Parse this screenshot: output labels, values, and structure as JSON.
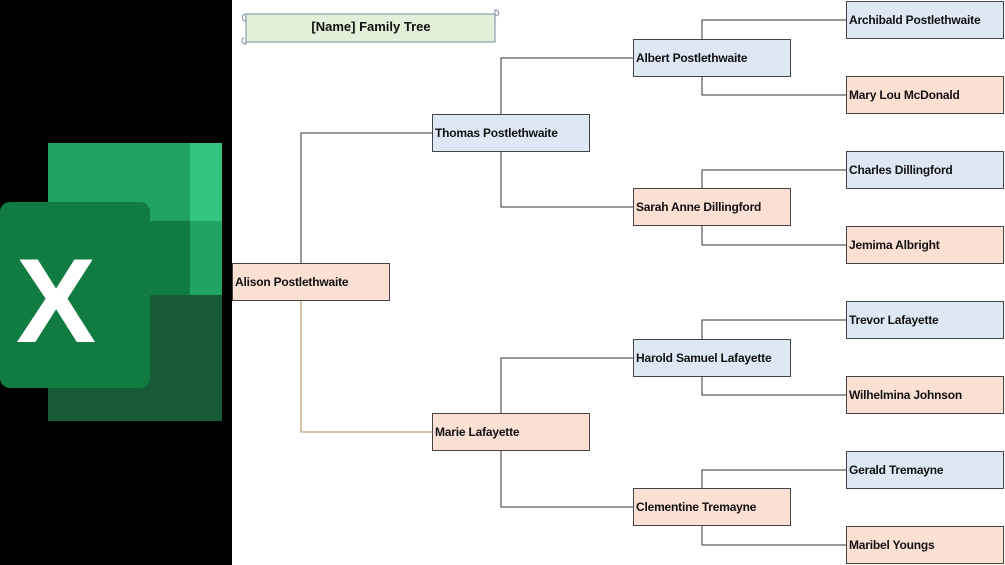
{
  "title": "[Name] Family Tree",
  "colors": {
    "male_fill": "#dde8f4",
    "female_fill": "#fbe0d3",
    "connector": "#333333",
    "maternal_connector": "#b38a4d",
    "scroll_fill": "#e2efd9",
    "excel_green_dark": "#185c37",
    "excel_green": "#107c41",
    "excel_green_light": "#33c481"
  },
  "logo": {
    "icon": "excel-icon",
    "letter": "X"
  },
  "people": [
    {
      "id": "p0",
      "name": "Alison Postlethwaite",
      "gender": "female"
    },
    {
      "id": "p1",
      "name": "Thomas Postlethwaite",
      "gender": "male"
    },
    {
      "id": "p2",
      "name": "Marie Lafayette",
      "gender": "female"
    },
    {
      "id": "p3",
      "name": "Albert Postlethwaite",
      "gender": "male"
    },
    {
      "id": "p4",
      "name": "Sarah Anne Dillingford",
      "gender": "female"
    },
    {
      "id": "p5",
      "name": "Harold Samuel Lafayette",
      "gender": "male"
    },
    {
      "id": "p6",
      "name": "Clementine Tremayne",
      "gender": "female"
    },
    {
      "id": "p7",
      "name": "Archibald Postlethwaite",
      "gender": "male"
    },
    {
      "id": "p8",
      "name": "Mary Lou McDonald",
      "gender": "female"
    },
    {
      "id": "p9",
      "name": "Charles Dillingford",
      "gender": "male"
    },
    {
      "id": "p10",
      "name": "Jemima Albright",
      "gender": "female"
    },
    {
      "id": "p11",
      "name": "Trevor Lafayette",
      "gender": "male"
    },
    {
      "id": "p12",
      "name": "Wilhelmina Johnson",
      "gender": "female"
    },
    {
      "id": "p13",
      "name": "Gerald Tremayne",
      "gender": "male"
    },
    {
      "id": "p14",
      "name": "Maribel Youngs",
      "gender": "female"
    }
  ]
}
